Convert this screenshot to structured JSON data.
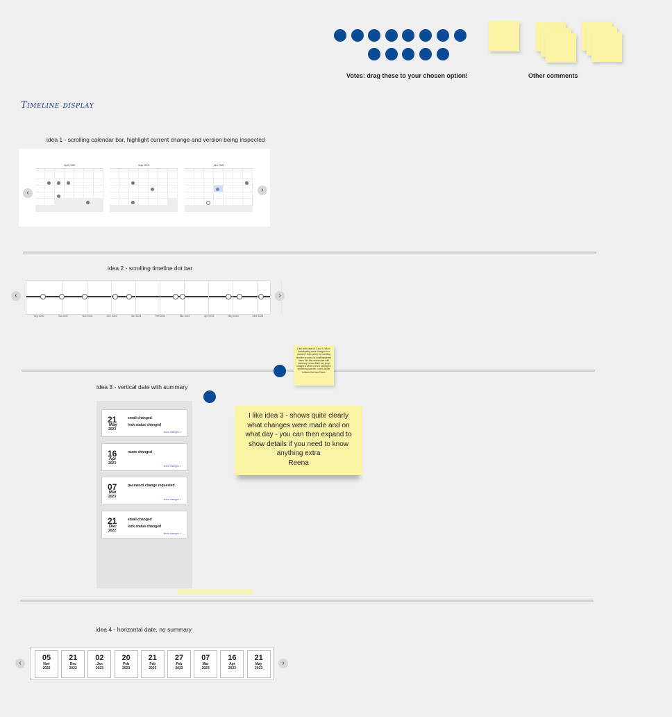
{
  "votes": {
    "caption": "Votes: drag these to your chosen option!",
    "count": 13,
    "color": "#0b4a94"
  },
  "other_comments": {
    "caption": "Other comments"
  },
  "section_title": "Timeline display",
  "idea1": {
    "label": "idea 1 - scrolling calendar bar, highlight current change and version being inspected",
    "months": [
      "April 2023",
      "May 2023",
      "June 2023"
    ]
  },
  "idea2": {
    "label": "idea 2 - scrolling timeline dot bar",
    "ticks": [
      "Sep 2022",
      "Oct 2022",
      "Nov 2022",
      "Dec 2022",
      "Jan 2023",
      "Feb 2023",
      "Mar 2023",
      "Apr 2023",
      "May 2023",
      "June 2023"
    ]
  },
  "idea3": {
    "label": "idea 3 - vertical date with summary",
    "cards": [
      {
        "day": "21",
        "month": "May",
        "year": "2023",
        "lines": [
          "email changed",
          "lock status changed"
        ],
        "link": "show changes >"
      },
      {
        "day": "16",
        "month": "Apr",
        "year": "2023",
        "lines": [
          "name changed"
        ],
        "link": "show changes >"
      },
      {
        "day": "07",
        "month": "Mar",
        "year": "2023",
        "lines": [
          "password change requested"
        ],
        "link": "show changes >"
      },
      {
        "day": "21",
        "month": "Dec",
        "year": "2022",
        "lines": [
          "email changed",
          "lock status changed"
        ],
        "link": "show changes >"
      }
    ]
  },
  "comment_small": "I like both ideas of 2 and 3. When investigating some changes to a domain, I think prefer the scrolling timeline to work out what happened when. But the vertical date with summary means that I can jump straight to what I need if looking for something specific. I can't decide between the two! Dawn",
  "comment_reena": {
    "text": "I like idea 3 - shows quite clearly what changes were made and on what day - you can then expand to show details if you need to know anything extra",
    "author": "Reena"
  },
  "idea4": {
    "label": "idea 4 - horizontal date, no summary",
    "dates": [
      {
        "day": "05",
        "month": "Nov",
        "year": "2022"
      },
      {
        "day": "21",
        "month": "Dec",
        "year": "2022"
      },
      {
        "day": "02",
        "month": "Jan",
        "year": "2023"
      },
      {
        "day": "20",
        "month": "Feb",
        "year": "2023"
      },
      {
        "day": "21",
        "month": "Feb",
        "year": "2023"
      },
      {
        "day": "27",
        "month": "Feb",
        "year": "2023"
      },
      {
        "day": "07",
        "month": "Mar",
        "year": "2023"
      },
      {
        "day": "16",
        "month": "Apr",
        "year": "2023"
      },
      {
        "day": "21",
        "month": "May",
        "year": "2023"
      }
    ]
  },
  "icons": {
    "prev": "chevron-left-icon",
    "next": "chevron-right-icon"
  },
  "colors": {
    "vote": "#0b4a94",
    "sticky": "#fbf3a6",
    "title": "#1f3c8a"
  }
}
